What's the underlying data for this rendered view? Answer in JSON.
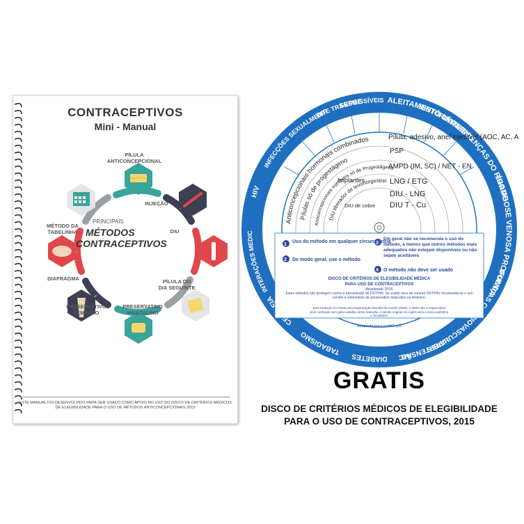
{
  "booklet": {
    "title": "CONTRACEPTIVOS",
    "subtitle": "Mini - Manual",
    "center_small": "PRINCIPAIS",
    "center_line1": "MÉTODOS",
    "center_line2": "CONTRACEPTIVOS",
    "methods": {
      "pilula": "PÍLULA ANTICONCEPCIONAL",
      "injecao": "INJEÇÃO",
      "diu": "DIU",
      "pilula_dia_seguinte": "PÍLULA DO DIA SEGUINTE",
      "preservativo_masculino": "PRESERVATIVO MASCULINO",
      "preservativo_feminino": "PRESERVATIVO FEMININO",
      "diafragma": "DIAFRAGMA",
      "tabelinha": "MÉTODO DA TABELINHA"
    },
    "footer": "ESTE MANUAL FOI DESENVOLVIDO PARA SER USADO COMO APOIO NO USO DO DISCO DE CRITÉRIOS MÉDICOS DE ELEGIBILIDADE PARA O USO DE MÉTODOS ANTICONCEPCIONAIS 2015",
    "colors": {
      "teal": "#3aa39a",
      "red": "#e0474c",
      "dark": "#3d3f52",
      "gray": "#9aa0a6"
    }
  },
  "wheel": {
    "outer_labels": {
      "top": "TROMBOSE VENOSA PROFUNDA",
      "doencas_figado": "DOENÇAS DO FÍGADO",
      "cancer": "CÂNCER",
      "doencas_cardiovasculares": "DOENÇAS CARDIOVASCULARES",
      "hipertensao": "HIPERTENSÃO",
      "imc": "IMC",
      "diabetes": "DIABETES",
      "tabagismo": "TABAGISMO",
      "cefaleia": "CEFALEIA",
      "interacoes": "INTERAÇÕES MEDICAMENTOSAS",
      "hiv": "HIV",
      "infeccoes": "INFECÇÕES SEXUALMENTE TRANSMISSÍVEIS",
      "dip": "DIP",
      "sepse": "SEPSE",
      "aleitamento": "ALEITAMENTO MATERNO",
      "historia_ra": "HISTÓRIA RA"
    },
    "methods": [
      "Pílula, adesivo, anel injetável (AOC, AC, AVC, AIC)",
      "PSP",
      "AMPD (IM, SC) / NET - EN",
      "LNG / ETG",
      "DIU - LNG",
      "DIU T - Cu"
    ],
    "inner_labels": {
      "combinados": "Anticoncepcionais hormonais combinados",
      "progestageno": "Pílulas só de progestágeno",
      "injetaveis": "Anticoncepcionais injetáveis só de Progestágeno",
      "implantes": "Implantes",
      "diu_lng": "DIU liberador de levonorgestrel",
      "diu_cobre": "DIU de cobre"
    },
    "categories": [
      {
        "num": "1",
        "text": "Uso do método em qualquer circunstância"
      },
      {
        "num": "2",
        "text": "De modo geral, use o método"
      },
      {
        "num": "3",
        "text": "Em geral não se recomenda o uso do método, a menos que outros métodos mais adequados não estejam disponíveis ou não sejam aceitáveis"
      },
      {
        "num": "4",
        "text": "O método não deve ser usado"
      }
    ],
    "window_title": "DISCO DE CRITÉRIOS DE ELEGIBILIDADE MÉDICA",
    "window_subtitle": "PARA USO DE CONTRACEPTIVOS",
    "window_updated": "Atualizado 2015",
    "window_warning": "Estes métodos não protegem contra a transmissão de DST/HIV. Se existir risco de contrair DST/HIV recomenda-se o uso correto e sistemático de preservativo masculino ou feminino.",
    "window_credit": "Esta tradução foi criada pela Organização Mundial da Saúde (OMS). A OMS não é responsável pelo conteúdo nem pela exatidão desta tradução. A edição original em inglês será a única autêntica e vinculativa.",
    "window_adapted": "Adaptado para portBR por",
    "colors": {
      "blue": "#1f6fc1",
      "light": "#ffffff",
      "accent": "#2e4a9a"
    }
  },
  "caption": {
    "gratis": "GRATIS",
    "line1": "DISCO DE CRITÉRIOS MÉDICOS DE ELEGIBILIDADE",
    "line2": "PARA O USO DE CONTRACEPTIVOS, 2015"
  }
}
